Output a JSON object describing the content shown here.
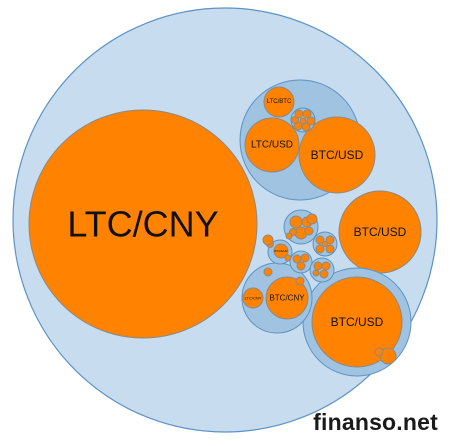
{
  "chart_data": {
    "type": "packed-bubble",
    "title": "",
    "colors": {
      "group_fill": "#9fc3e0",
      "group_stroke": "#5c93c4",
      "outer_fill": "#c7dcee",
      "outer_stroke": "#5c93c4",
      "leaf_fill": "#ff8200",
      "leaf_stroke": "#8a8a8a"
    },
    "labeled_bubbles": [
      {
        "label": "LTC/CNY",
        "group": "main"
      },
      {
        "label": "BTC/USD",
        "group": "top-cluster"
      },
      {
        "label": "LTC/USD",
        "group": "top-cluster"
      },
      {
        "label": "LTC/BTC",
        "group": "top-cluster"
      },
      {
        "label": "BTC/USD",
        "group": "right"
      },
      {
        "label": "BTC/USD",
        "group": "bottom-right-cluster"
      },
      {
        "label": "BTC/CNY",
        "group": "bottom-cluster"
      },
      {
        "label": "LTC/CNY",
        "group": "bottom-cluster"
      },
      {
        "label": "BTC/EUR",
        "group": "middle-cluster"
      }
    ]
  },
  "watermark": "finanso.net"
}
